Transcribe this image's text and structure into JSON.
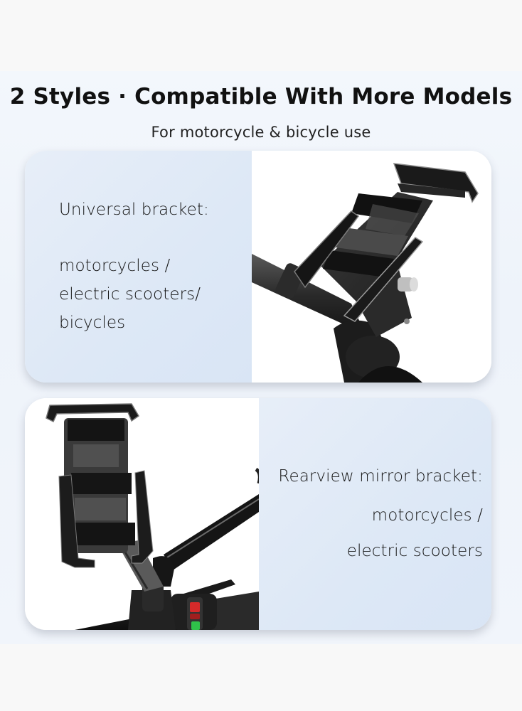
{
  "header": {
    "title": "2 Styles · Compatible With More Models",
    "subtitle": "For motorcycle & bicycle use"
  },
  "cards": [
    {
      "heading": "Universal bracket:",
      "lines": [
        "motorcycles /",
        "electric scooters/",
        "bicycles"
      ],
      "image": "universal-handlebar-phone-mount"
    },
    {
      "heading": "Rearview mirror bracket:",
      "lines": [
        "motorcycles /",
        "electric scooters"
      ],
      "image": "rearview-mirror-phone-mount"
    }
  ],
  "colors": {
    "page_background": "#f8f8f8",
    "band_background": "#eef3fa",
    "text_panel": "#dde8f6",
    "title_text": "#111111",
    "indicator_red": "#d42a2a",
    "indicator_green": "#2fc24a"
  }
}
